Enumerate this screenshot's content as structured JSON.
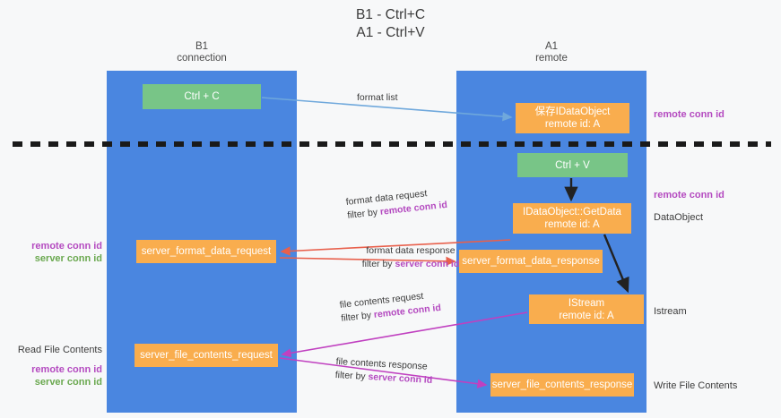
{
  "title": {
    "line1": "B1 - Ctrl+C",
    "line2": "A1 - Ctrl+V"
  },
  "lanes": [
    {
      "id": "b1",
      "name": "B1",
      "subtitle": "connection",
      "color": "#4a86e0"
    },
    {
      "id": "a1",
      "name": "A1",
      "subtitle": "remote",
      "color": "#4a86e0"
    }
  ],
  "colors": {
    "lane": "#4a86e0",
    "green_box": "#78c587",
    "orange_box": "#f9ad4e",
    "remote_conn_id": "#b44ac0",
    "server_conn_id": "#6aa84f",
    "arrow_blue": "#6fa8dc",
    "arrow_red": "#e8604c",
    "arrow_magenta": "#c040c0",
    "arrow_black": "#222222",
    "divider": "#1a1a1a",
    "background": "#f7f8f9"
  },
  "boxes": {
    "ctrl_c": {
      "label": "Ctrl + C",
      "style": "green",
      "lane": "b1"
    },
    "save_idataobject": {
      "label": "保存IDataObject",
      "sub": "remote id: A",
      "style": "orange",
      "lane": "a1"
    },
    "ctrl_v": {
      "label": "Ctrl + V",
      "style": "green",
      "lane": "a1"
    },
    "getdata": {
      "label": "IDataObject::GetData",
      "sub": "remote id: A",
      "style": "orange",
      "lane": "a1"
    },
    "server_format_data_request": {
      "label": "server_format_data_request",
      "style": "orange",
      "lane": "b1"
    },
    "server_format_data_response": {
      "label": "server_format_data_response",
      "style": "orange",
      "lane": "a1"
    },
    "istream": {
      "label": "IStream",
      "sub": "remote id: A",
      "style": "orange",
      "lane": "a1"
    },
    "server_file_contents_request": {
      "label": "server_file_contents_request",
      "style": "orange",
      "lane": "b1"
    },
    "server_file_contents_response": {
      "label": "server_file_contents_response",
      "style": "orange",
      "lane": "a1"
    }
  },
  "arrow_labels": {
    "format_list": "format list",
    "format_data_request": {
      "line1": "format data request",
      "line2_prefix": "filter by ",
      "line2_token": "remote conn id"
    },
    "format_data_response": {
      "line1": "format data response",
      "line2_prefix": "filter by ",
      "line2_token": "server conn id"
    },
    "file_contents_request": {
      "line1": "file contents request",
      "line2_prefix": "filter by ",
      "line2_token": "remote conn id"
    },
    "file_contents_response": {
      "line1": "file contents response",
      "line2_prefix": "filter by ",
      "line2_token": "server conn id"
    }
  },
  "right_annotations": [
    {
      "id": "r1",
      "remote": "remote conn id"
    },
    {
      "id": "r2",
      "remote": "remote conn id"
    },
    {
      "id": "r3",
      "plain": "DataObject"
    },
    {
      "id": "r4",
      "plain": "Istream"
    },
    {
      "id": "r5",
      "plain": "Write File Contents"
    }
  ],
  "left_annotations": [
    {
      "id": "l1",
      "remote": "remote conn id",
      "server": "server conn id"
    },
    {
      "id": "l2",
      "plain": "Read File Contents",
      "remote": "remote conn id",
      "server": "server conn id"
    }
  ]
}
